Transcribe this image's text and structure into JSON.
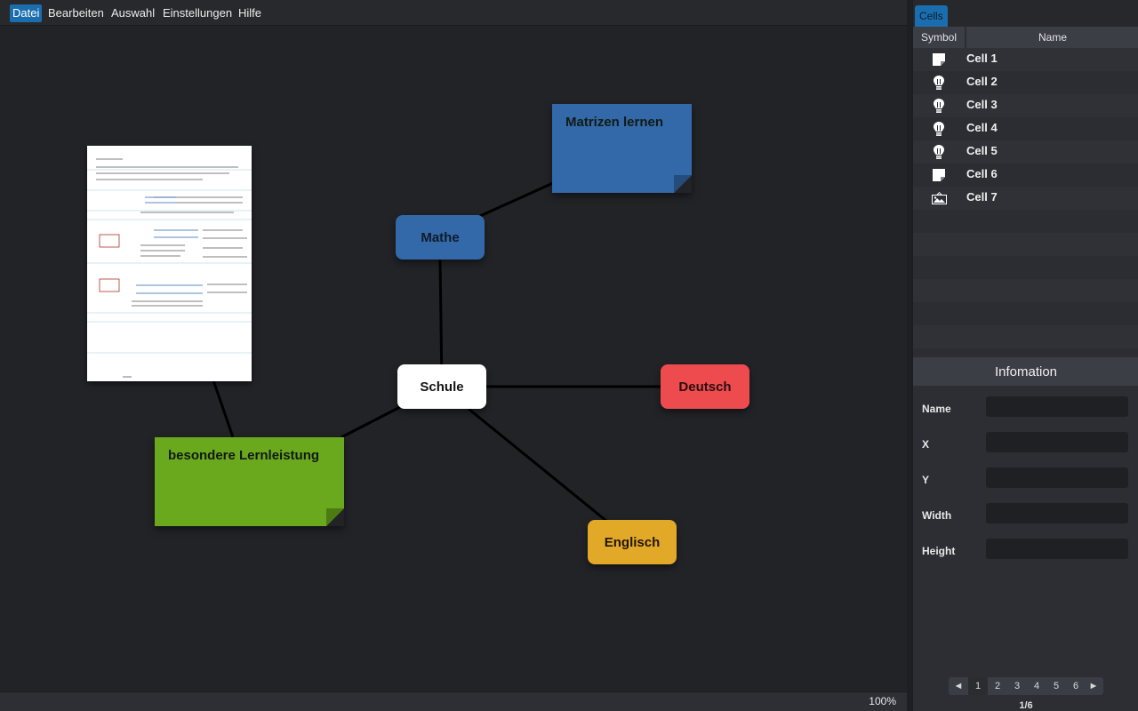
{
  "menubar": {
    "items": [
      {
        "label": "Datei",
        "active": true
      },
      {
        "label": "Bearbeiten",
        "active": false
      },
      {
        "label": "Auswahl",
        "active": false
      },
      {
        "label": "Einstellungen",
        "active": false
      },
      {
        "label": "Hilfe",
        "active": false
      }
    ]
  },
  "canvas": {
    "nodes": {
      "schule": {
        "label": "Schule",
        "color": "#ffffff"
      },
      "mathe": {
        "label": "Mathe",
        "color": "#3369a8"
      },
      "deutsch": {
        "label": "Deutsch",
        "color": "#ee4b4f"
      },
      "englisch": {
        "label": "Englisch",
        "color": "#e2a828"
      }
    },
    "notes": {
      "matrizen": {
        "label": "Matrizen lernen",
        "color": "#3369a8",
        "fold_color": "#244d7d"
      },
      "lernleistung": {
        "label": "besondere Lernleistung",
        "color": "#6aa81e",
        "fold_color": "#4c7b14"
      }
    },
    "image_cell": {
      "description": "handwritten-notes-page-thumbnail"
    },
    "edge_color": "#000000"
  },
  "statusbar": {
    "zoom": "100%"
  },
  "right_panel": {
    "tab": "Cells",
    "table": {
      "columns": [
        "Symbol",
        "Name"
      ],
      "rows": [
        {
          "icon": "sticky-note-icon",
          "name": "Cell 1"
        },
        {
          "icon": "lightbulb-icon",
          "name": "Cell 2"
        },
        {
          "icon": "lightbulb-icon",
          "name": "Cell 3"
        },
        {
          "icon": "lightbulb-icon",
          "name": "Cell 4"
        },
        {
          "icon": "lightbulb-icon",
          "name": "Cell 5"
        },
        {
          "icon": "sticky-note-icon",
          "name": "Cell 6"
        },
        {
          "icon": "image-icon",
          "name": "Cell 7"
        }
      ]
    },
    "info": {
      "title": "Infomation",
      "fields": [
        {
          "label": "Name",
          "value": ""
        },
        {
          "label": "X",
          "value": ""
        },
        {
          "label": "Y",
          "value": ""
        },
        {
          "label": "Width",
          "value": ""
        },
        {
          "label": "Height",
          "value": ""
        }
      ]
    },
    "pagination": {
      "prev": "◄",
      "next": "►",
      "pages": [
        "1",
        "2",
        "3",
        "4",
        "5",
        "6"
      ],
      "current": 1,
      "indicator": "1/6"
    }
  }
}
